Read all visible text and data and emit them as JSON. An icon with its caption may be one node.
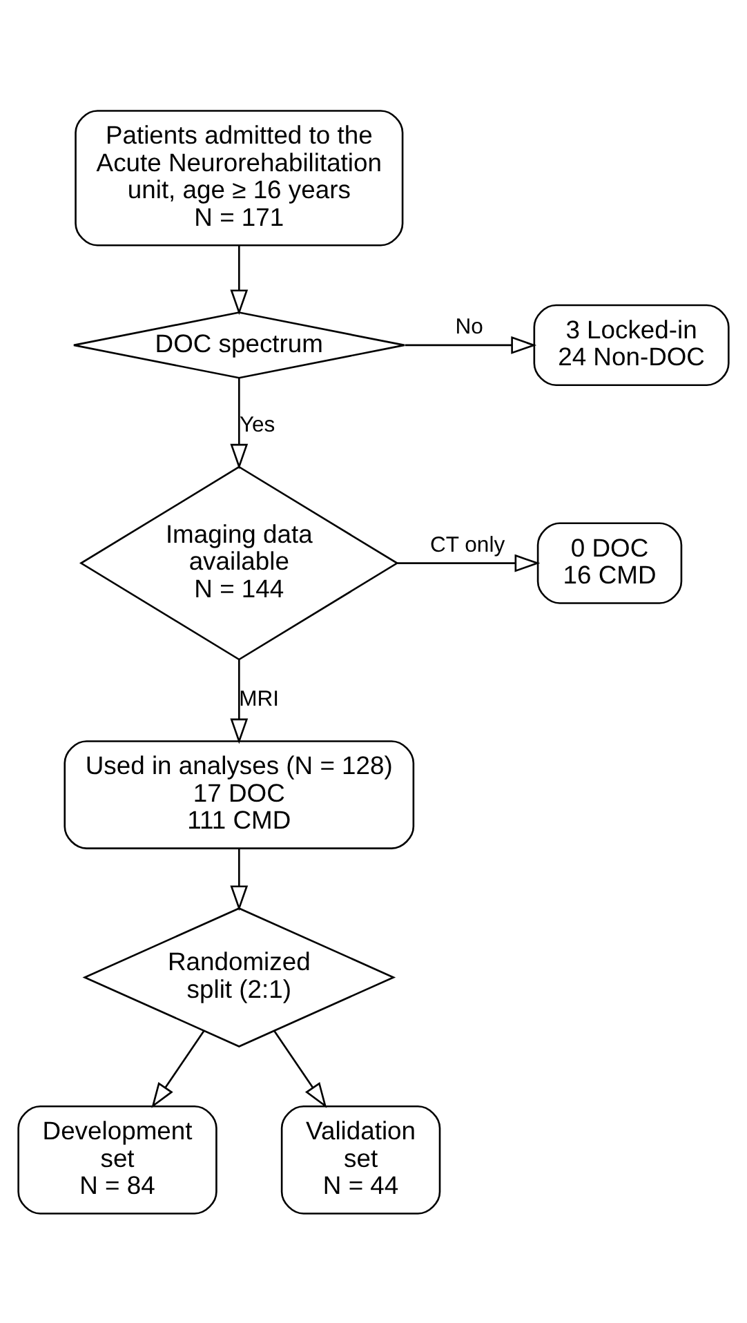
{
  "diagram": {
    "nodes": [
      {
        "text": [
          "Patients admitted to the Acute Neurorehabilitation unit, age ≥ 16 years",
          "N = 171"
        ]
      },
      {
        "text": [
          "DOC spectrum"
        ]
      },
      {
        "text": [
          "3 Locked-in",
          "24 Non-DOC"
        ]
      },
      {
        "text": [
          "Imaging data available",
          "N = 144"
        ]
      },
      {
        "text": [
          "0 DOC",
          "16 CMD"
        ]
      },
      {
        "text": [
          "Used in analyses (N = 128)",
          "17 DOC",
          "111 CMD"
        ]
      },
      {
        "text": [
          "Randomized split (2:1)"
        ]
      },
      {
        "text": [
          "Development set",
          "N = 84"
        ]
      },
      {
        "text": [
          "Validation set",
          "N = 44"
        ]
      }
    ],
    "edges": [
      {
        "from": 0,
        "to": 1,
        "arrow": "to"
      },
      {
        "from": 1,
        "to": 2,
        "arrow": "to",
        "label": "No"
      },
      {
        "from": 1,
        "to": 3,
        "arrow": "to",
        "label": "Yes"
      },
      {
        "from": 3,
        "to": 4,
        "arrow": "to",
        "label": "CT only"
      },
      {
        "from": 3,
        "to": 5,
        "arrow": "to",
        "label": "MRI"
      },
      {
        "from": 5,
        "to": 6,
        "arrow": "to"
      },
      {
        "from": 6,
        "to": 7,
        "arrow": "to"
      },
      {
        "from": 6,
        "to": 8,
        "arrow": "to"
      }
    ]
  }
}
